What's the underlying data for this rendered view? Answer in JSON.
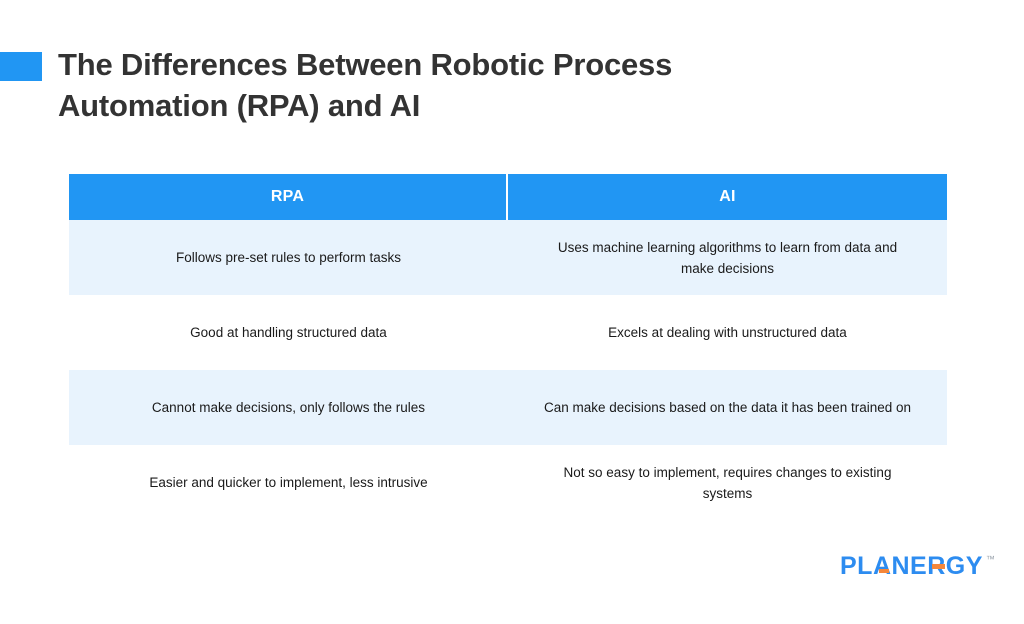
{
  "slide": {
    "title": "The Differences Between Robotic Process Automation (RPA) and AI",
    "accent_color": "#2196f3",
    "title_color": "#333333",
    "row_shade_color": "#e8f3fd"
  },
  "table": {
    "columns": [
      "RPA",
      "AI"
    ],
    "rows": [
      {
        "rpa": "Follows pre-set rules to perform tasks",
        "ai": "Uses machine learning algorithms to learn from data and make decisions",
        "shaded": true
      },
      {
        "rpa": "Good at handling structured data",
        "ai": "Excels at dealing with unstructured data",
        "shaded": false
      },
      {
        "rpa": "Cannot make decisions, only follows the rules",
        "ai": "Can make decisions based on the data it has been trained on",
        "shaded": true
      },
      {
        "rpa": "Easier and quicker to implement, less intrusive",
        "ai": "Not so easy to implement, requires changes to existing systems",
        "shaded": false
      }
    ]
  },
  "logo": {
    "wordmark": "PLANERGY",
    "trademark": "™",
    "primary_color": "#2d8cf0",
    "accent_color": "#f5873a"
  }
}
